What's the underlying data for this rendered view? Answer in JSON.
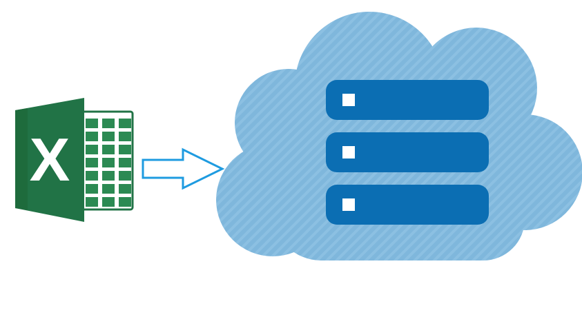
{
  "diagram": {
    "excel_icon": {
      "letter": "X",
      "colors": {
        "book_dark": "#1E6B3C",
        "book_main": "#217346",
        "sheet_light": "#ffffff",
        "grid_green": "#2C8A53"
      }
    },
    "arrow": {
      "direction": "right",
      "stroke_color": "#1E9BE0",
      "fill_color": "#ffffff"
    },
    "cloud_server": {
      "cloud_color": "#7FB7DC",
      "stripe_color": "#8CC0E2",
      "server_bar_color": "#0B6EB3",
      "server_indicator_color": "#ffffff",
      "server_bar_count": 3
    }
  }
}
